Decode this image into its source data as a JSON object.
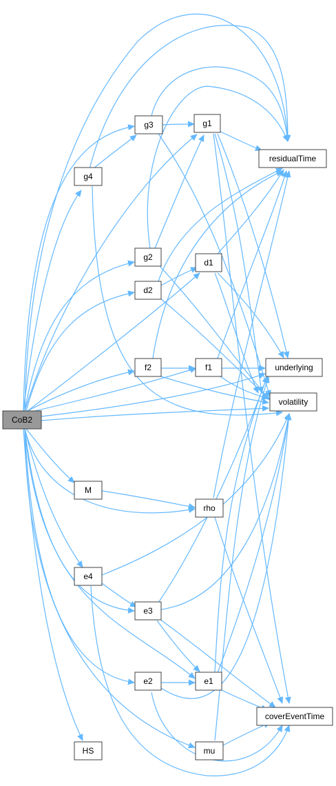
{
  "colors": {
    "edge": "#63b8ff",
    "node_fill": "#ffffff",
    "node_border": "#404040",
    "root_fill": "#999999",
    "text": "#000000"
  },
  "nodes": {
    "CoB2": "CoB2",
    "g3": "g3",
    "g1": "g1",
    "residualTime": "residualTime",
    "g4": "g4",
    "g2": "g2",
    "d1": "d1",
    "d2": "d2",
    "f2": "f2",
    "f1": "f1",
    "underlying": "underlying",
    "volatility": "volatility",
    "M": "M",
    "rho": "rho",
    "e4": "e4",
    "e3": "e3",
    "e2": "e2",
    "e1": "e1",
    "coverEventTime": "coverEventTime",
    "HS": "HS",
    "mu": "mu"
  }
}
